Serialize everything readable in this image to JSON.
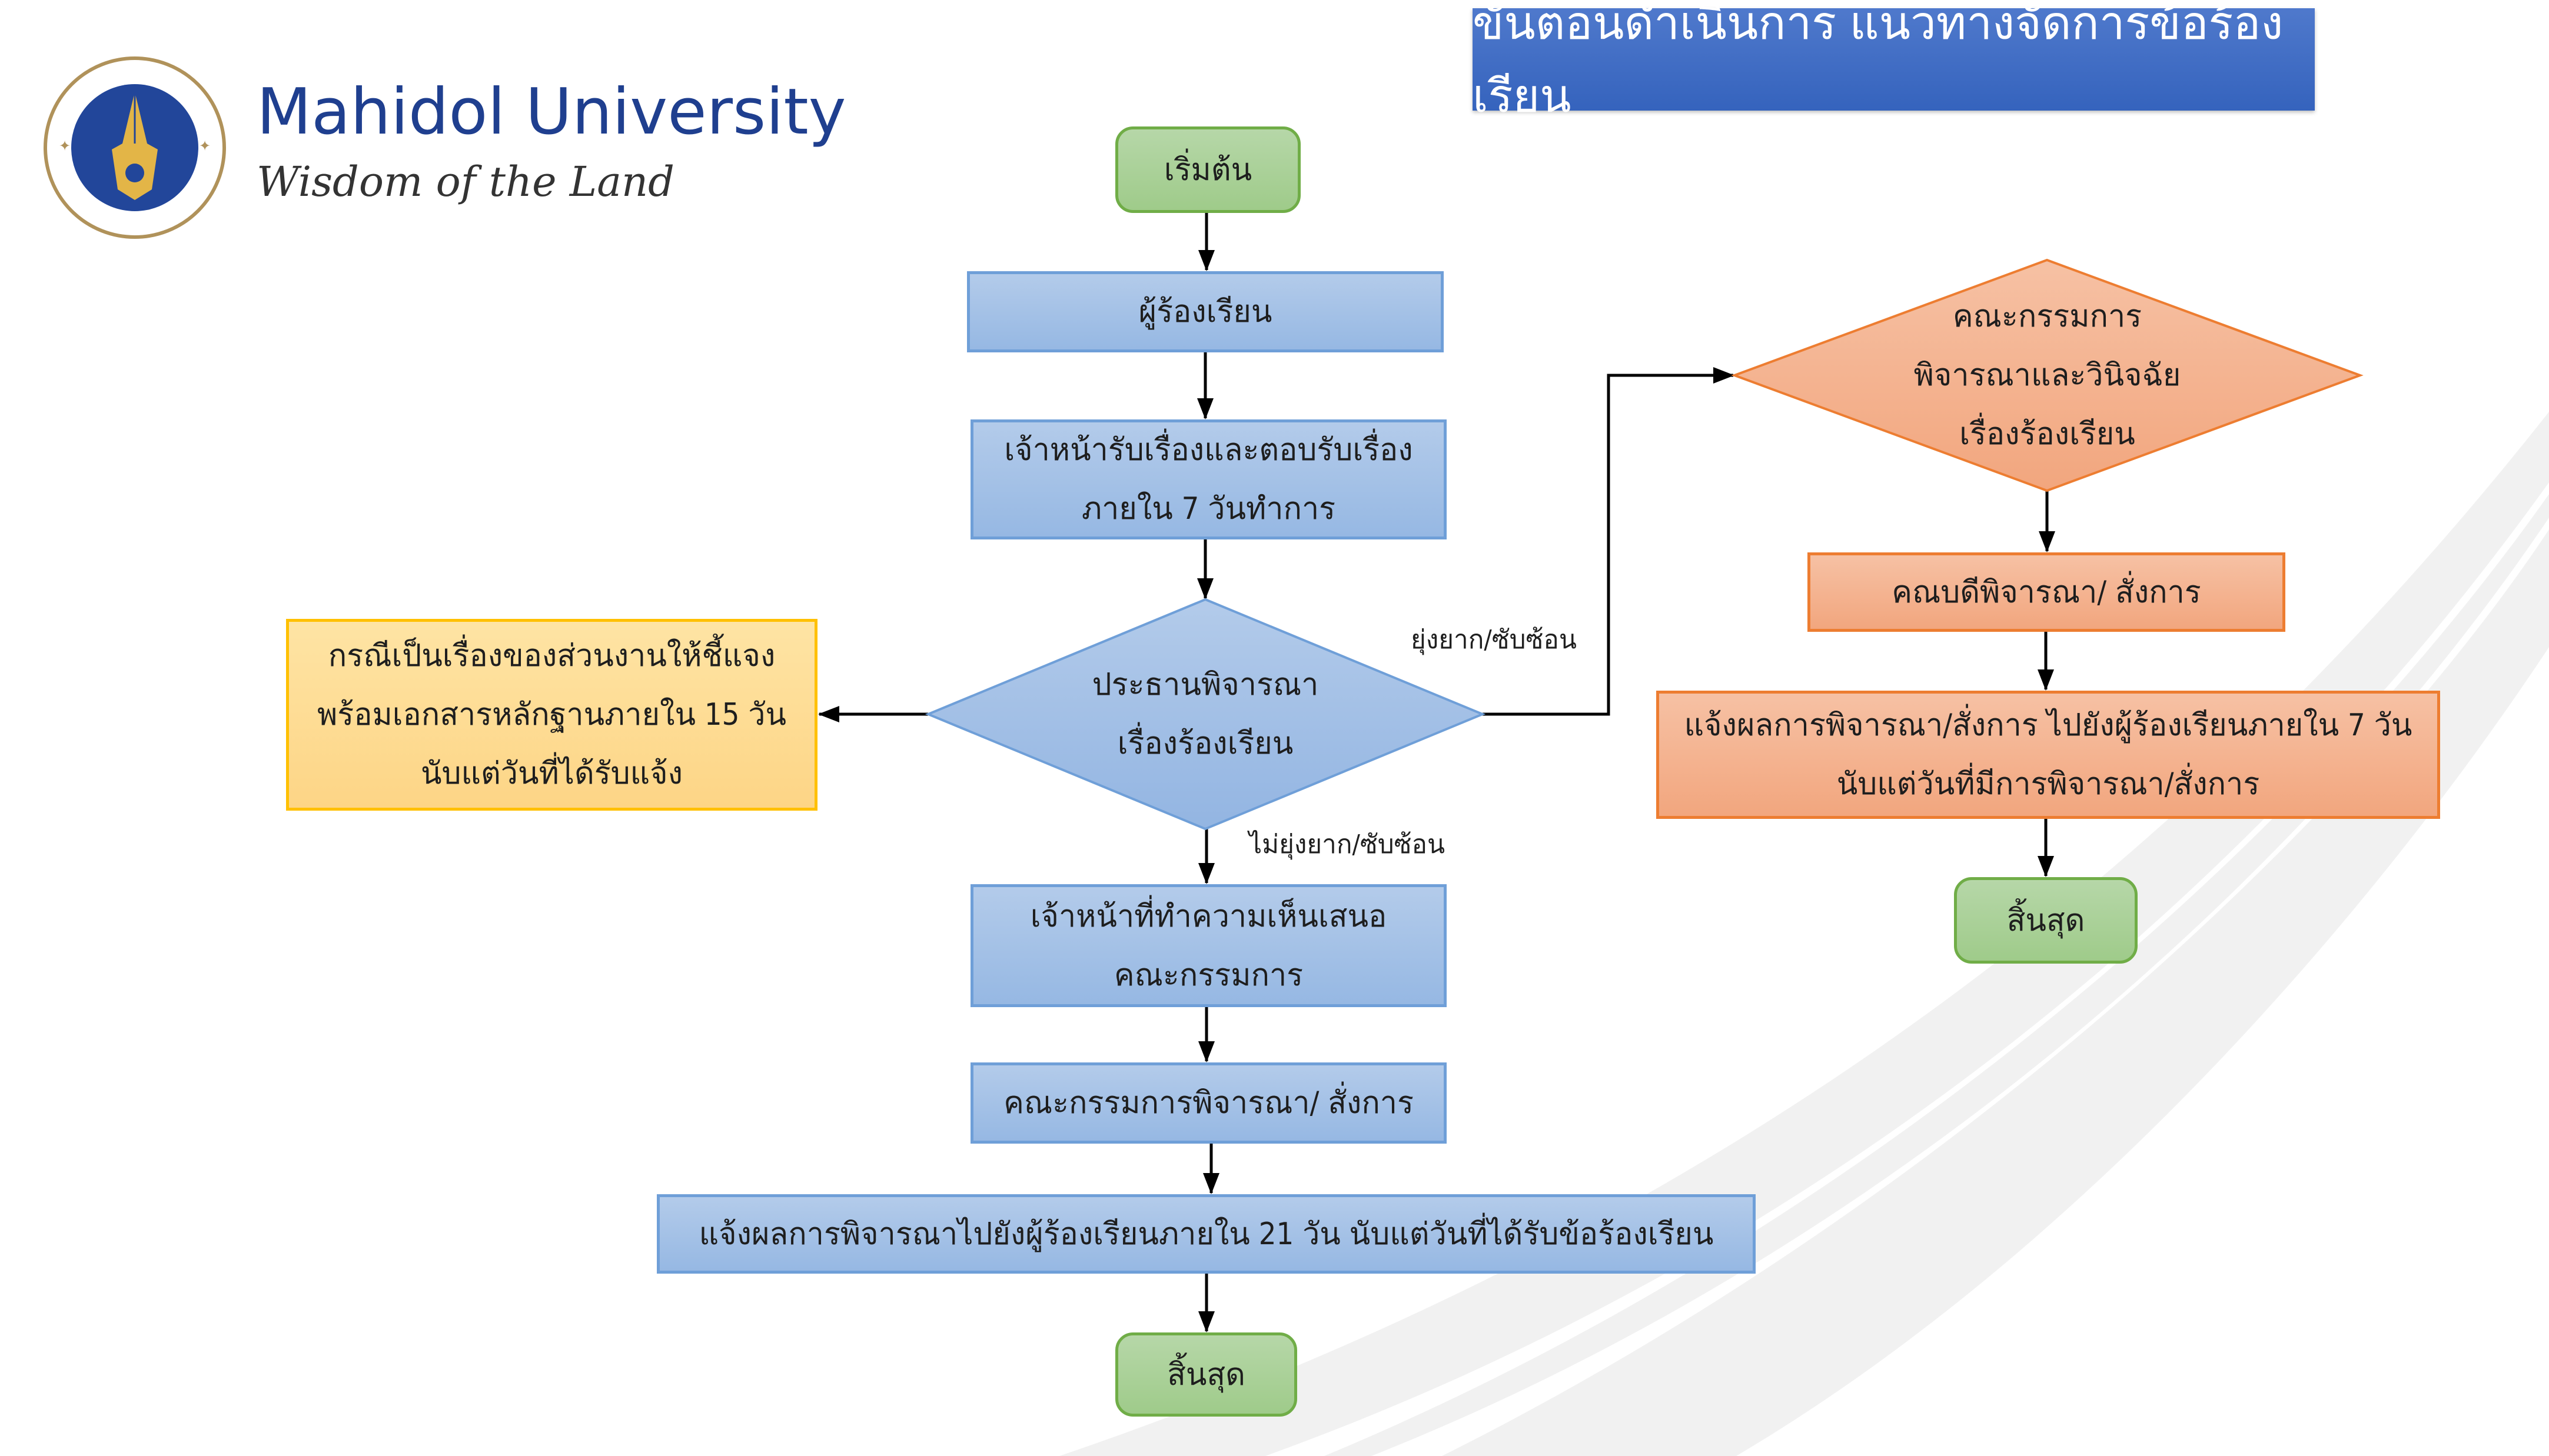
{
  "header": {
    "title": "ขั้นตอนดำเนินการ แนวทางจัดการข้อร้องเรียน",
    "brand_name": "Mahidol University",
    "brand_tagline": "Wisdom of the Land",
    "logo": "university-seal-icon"
  },
  "colors": {
    "title_bg": "#3b68c2",
    "process_blue": "#a6c4e8",
    "process_blue_border": "#6f9fd8",
    "decision_orange": "#f4b08e",
    "decision_orange_border": "#ed7d31",
    "note_yellow": "#fedb94",
    "note_yellow_border": "#ffc000",
    "terminal_green": "#a9d18e",
    "terminal_green_border": "#70ad47",
    "brand_blue": "#1f3f8f"
  },
  "flow": {
    "start": "เริ่มต้น",
    "complainant": "ผู้ร้องเรียน",
    "receive": "เจ้าหน้ารับเรื่องและตอบรับเรื่อง\nภายใน 7 วันทำการ",
    "chair_decision": "ประธานพิจารณา\nเรื่องร้องเรียน",
    "unit_clarify": "กรณีเป็นเรื่องของส่วนงานให้ชี้แจง\nพร้อมเอกสารหลักฐานภายใน 15 วัน\nนับแต่วันที่ได้รับแจ้ง",
    "staff_opinion": "เจ้าหน้าที่ทำความเห็นเสนอ\nคณะกรรมการ",
    "committee_order": "คณะกรรมการพิจารณา/ สั่งการ",
    "notify_21": "แจ้งผลการพิจารณาไปยังผู้ร้องเรียนภายใน 21 วัน นับแต่วันที่ได้รับข้อร้องเรียน",
    "end_left": "สิ้นสุด",
    "committee_decision": "คณะกรรมการ\nพิจารณาและวินิจฉัย\nเรื่องร้องเรียน",
    "dean_order": "คณบดีพิจารณา/ สั่งการ",
    "notify_7": "แจ้งผลการพิจารณา/สั่งการ ไปยังผู้ร้องเรียนภายใน 7 วัน\nนับแต่วันที่มีการพิจารณา/สั่งการ",
    "end_right": "สิ้นสุด"
  },
  "edge_labels": {
    "complex": "ยุ่งยาก/ซับซ้อน",
    "not_complex": "ไม่ยุ่งยาก/ซับซ้อน"
  }
}
